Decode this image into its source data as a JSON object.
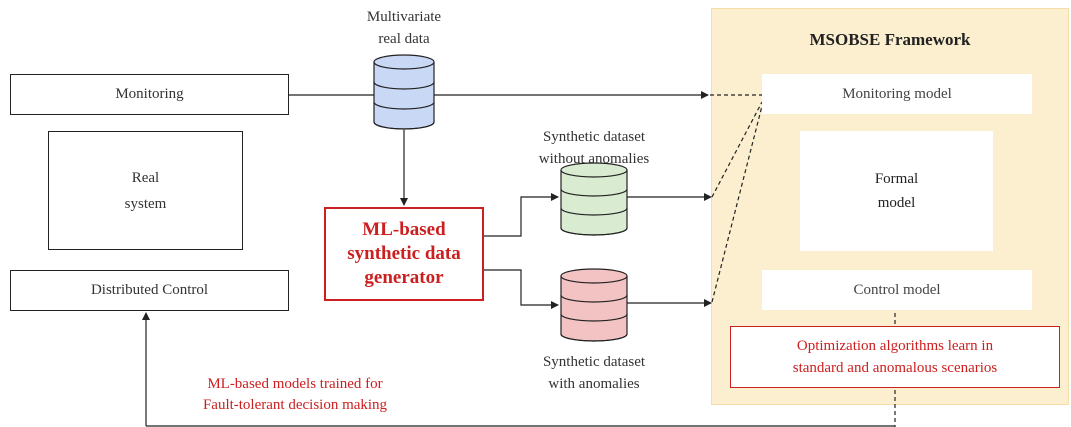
{
  "colors": {
    "framework_bg": "#fcefcf",
    "accent_red": "#cc1f1f",
    "db_blue": "#c9d8f5",
    "db_green": "#d9ecd2",
    "db_red": "#f3c3c3"
  },
  "left": {
    "monitoring": "Monitoring",
    "real_system": "Real\nsystem",
    "distributed_control": "Distributed Control"
  },
  "middle": {
    "multivariate_label": "Multivariate\nreal data",
    "generator_label": "ML-based\nsynthetic data\ngenerator",
    "no_anomalies_label": "Synthetic dataset\nwithout anomalies",
    "with_anomalies_label": "Synthetic dataset\nwith anomalies",
    "feedback_label": "ML-based models trained for\nFault-tolerant decision making"
  },
  "framework": {
    "title": "MSOBSE Framework",
    "monitoring_model": "Monitoring model",
    "formal_model": "Formal\nmodel",
    "control_model": "Control model",
    "optimization": "Optimization algorithms learn in\nstandard and anomalous scenarios"
  },
  "icons": {
    "multivariate_db": "database-icon",
    "no_anomalies_db": "database-icon",
    "with_anomalies_db": "database-icon"
  }
}
